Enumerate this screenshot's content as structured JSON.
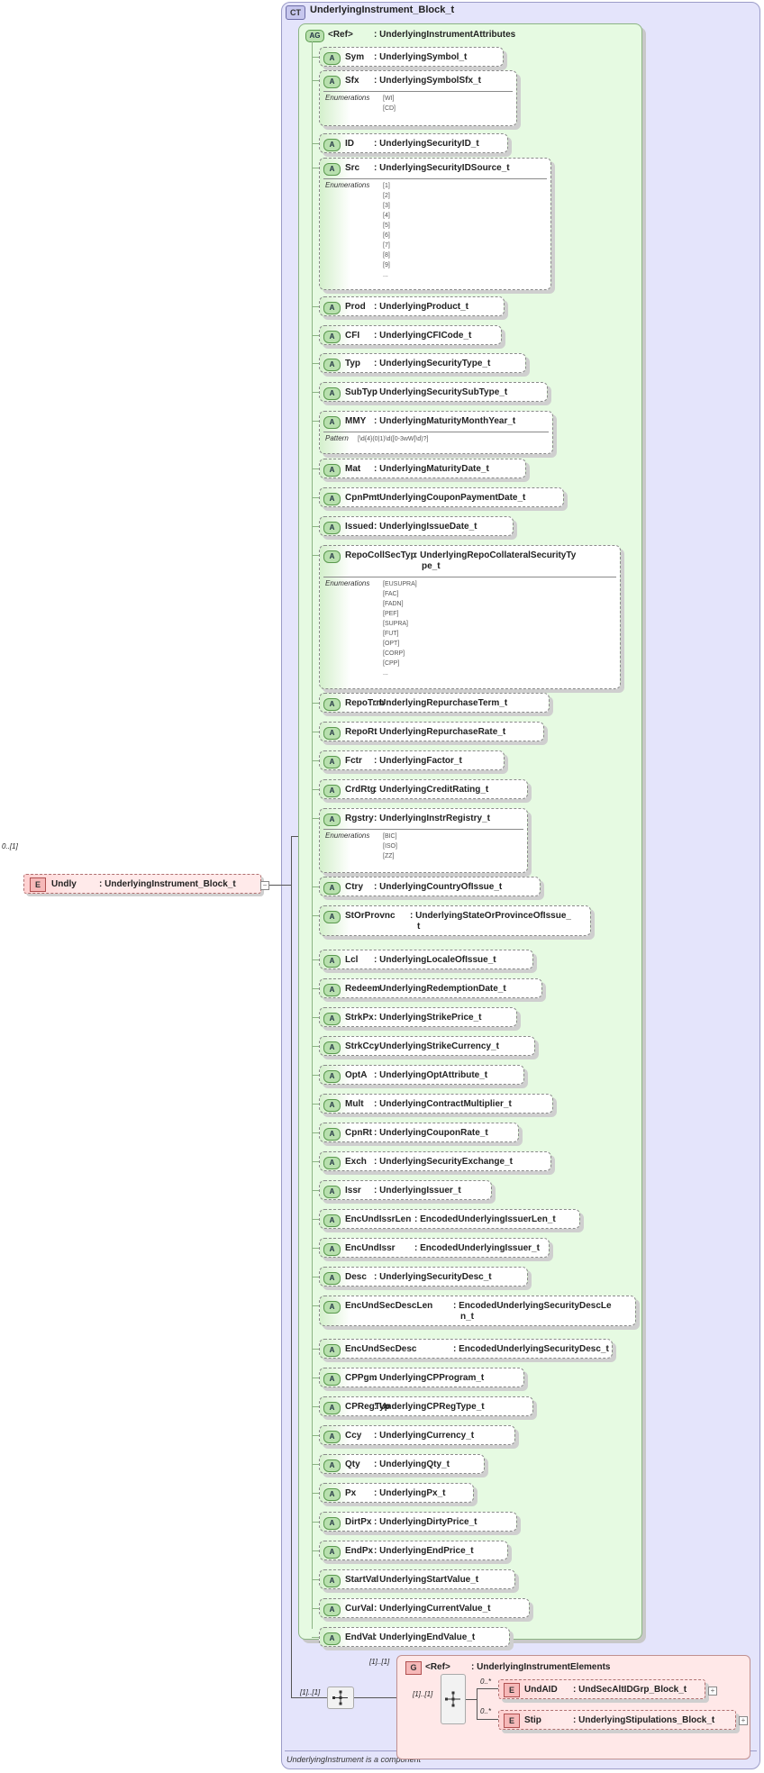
{
  "complex_type": {
    "badge": "CT",
    "name": "UnderlyingInstrument_Block_t",
    "footer": "UnderlyingInstrument is a component"
  },
  "root_element": {
    "badge": "E",
    "cardinality": "0..[1]",
    "name": "Undly",
    "type": ": UnderlyingInstrument_Block_t"
  },
  "attribute_group": {
    "badge": "AG",
    "ref": "<Ref>",
    "type": ": UnderlyingInstrumentAttributes"
  },
  "attributes": [
    {
      "name": "Sym",
      "type": ": UnderlyingSymbol_t"
    },
    {
      "name": "Sfx",
      "type": ": UnderlyingSymbolSfx_t",
      "enum_label": "Enumerations",
      "enums": [
        "[WI]",
        "[CD]"
      ]
    },
    {
      "name": "ID",
      "type": ": UnderlyingSecurityID_t"
    },
    {
      "name": "Src",
      "type": ": UnderlyingSecurityIDSource_t",
      "enum_label": "Enumerations",
      "enums": [
        "[1]",
        "[2]",
        "[3]",
        "[4]",
        "[5]",
        "[6]",
        "[7]",
        "[8]",
        "[9]",
        "..."
      ]
    },
    {
      "name": "Prod",
      "type": ": UnderlyingProduct_t"
    },
    {
      "name": "CFI",
      "type": ": UnderlyingCFICode_t"
    },
    {
      "name": "Typ",
      "type": ": UnderlyingSecurityType_t"
    },
    {
      "name": "SubTyp",
      "type": ": UnderlyingSecuritySubType_t"
    },
    {
      "name": "MMY",
      "type": ": UnderlyingMaturityMonthYear_t",
      "pattern_label": "Pattern",
      "pattern": "[\\d{4}(0|1)\\d([0-3wW]\\d)?]"
    },
    {
      "name": "Mat",
      "type": ": UnderlyingMaturityDate_t"
    },
    {
      "name": "CpnPmt",
      "type": ": UnderlyingCouponPaymentDate_t"
    },
    {
      "name": "Issued",
      "type": ": UnderlyingIssueDate_t"
    },
    {
      "name": "RepoCollSecTyp",
      "type": ": UnderlyingRepoCollateralSecurityTy",
      "type2": "pe_t",
      "enum_label": "Enumerations",
      "enums": [
        "[EUSUPRA]",
        "[FAC]",
        "[FADN]",
        "[PEF]",
        "[SUPRA]",
        "[FUT]",
        "[OPT]",
        "[CORP]",
        "[CPP]",
        "..."
      ]
    },
    {
      "name": "RepoTrm",
      "type": ": UnderlyingRepurchaseTerm_t"
    },
    {
      "name": "RepoRt",
      "type": ": UnderlyingRepurchaseRate_t"
    },
    {
      "name": "Fctr",
      "type": ": UnderlyingFactor_t"
    },
    {
      "name": "CrdRtg",
      "type": ": UnderlyingCreditRating_t"
    },
    {
      "name": "Rgstry",
      "type": ": UnderlyingInstrRegistry_t",
      "enum_label": "Enumerations",
      "enums": [
        "[BIC]",
        "[ISO]",
        "[ZZ]"
      ]
    },
    {
      "name": "Ctry",
      "type": ": UnderlyingCountryOfIssue_t"
    },
    {
      "name": "StOrProvnc",
      "type": ": UnderlyingStateOrProvinceOfIssue_",
      "type2": "t"
    },
    {
      "name": "Lcl",
      "type": ": UnderlyingLocaleOfIssue_t"
    },
    {
      "name": "Redeem",
      "type": ": UnderlyingRedemptionDate_t"
    },
    {
      "name": "StrkPx",
      "type": ": UnderlyingStrikePrice_t"
    },
    {
      "name": "StrkCcy",
      "type": ": UnderlyingStrikeCurrency_t"
    },
    {
      "name": "OptA",
      "type": ": UnderlyingOptAttribute_t"
    },
    {
      "name": "Mult",
      "type": ": UnderlyingContractMultiplier_t"
    },
    {
      "name": "CpnRt",
      "type": ": UnderlyingCouponRate_t"
    },
    {
      "name": "Exch",
      "type": ": UnderlyingSecurityExchange_t"
    },
    {
      "name": "Issr",
      "type": ": UnderlyingIssuer_t"
    },
    {
      "name": "EncUndIssrLen",
      "type": ": EncodedUnderlyingIssuerLen_t"
    },
    {
      "name": "EncUndIssr",
      "type": ": EncodedUnderlyingIssuer_t"
    },
    {
      "name": "Desc",
      "type": ": UnderlyingSecurityDesc_t"
    },
    {
      "name": "EncUndSecDescLen",
      "type": ": EncodedUnderlyingSecurityDescLe",
      "type2": "n_t"
    },
    {
      "name": "EncUndSecDesc",
      "type": ": EncodedUnderlyingSecurityDesc_t"
    },
    {
      "name": "CPPgm",
      "type": ": UnderlyingCPProgram_t"
    },
    {
      "name": "CPRegTyp",
      "type": ": UnderlyingCPRegType_t"
    },
    {
      "name": "Ccy",
      "type": ": UnderlyingCurrency_t"
    },
    {
      "name": "Qty",
      "type": ": UnderlyingQty_t"
    },
    {
      "name": "Px",
      "type": ": UnderlyingPx_t"
    },
    {
      "name": "DirtPx",
      "type": ": UnderlyingDirtyPrice_t"
    },
    {
      "name": "EndPx",
      "type": ": UnderlyingEndPrice_t"
    },
    {
      "name": "StartVal",
      "type": ": UnderlyingStartValue_t"
    },
    {
      "name": "CurVal",
      "type": ": UnderlyingCurrentValue_t"
    },
    {
      "name": "EndVal",
      "type": ": UnderlyingEndValue_t"
    }
  ],
  "sequence_cardinality": "[1]..[1]",
  "group": {
    "badge": "G",
    "cardinality": "[1]..[1]",
    "ref": "<Ref>",
    "type": ": UnderlyingInstrumentElements",
    "inner_cardinality": "[1]..[1]",
    "elements": [
      {
        "badge": "E",
        "cardinality": "0..*",
        "name": "UndAID",
        "type": ": UndSecAltIDGrp_Block_t"
      },
      {
        "badge": "E",
        "cardinality": "0..*",
        "name": "Stip",
        "type": ": UnderlyingStipulations_Block_t"
      }
    ]
  },
  "icons": {
    "expand": "plus-expand-icon",
    "sequence": "sequence-compositor-icon"
  },
  "colors": {
    "complex_type_bg": "#e4e4fb",
    "attribute_group_bg": "#e6fae2",
    "element_bg": "#ffe4e4"
  }
}
